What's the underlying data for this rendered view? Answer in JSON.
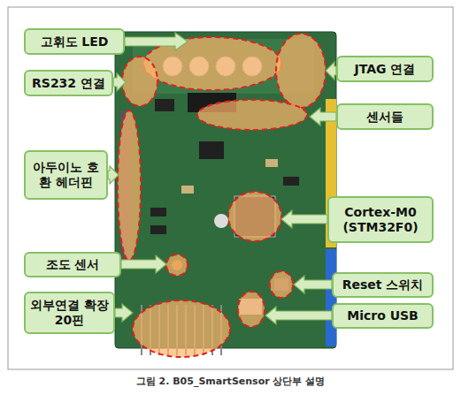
{
  "diagram": {
    "caption": "그림 2. B05_SmartSensor 상단부 설명",
    "nodes": [
      {
        "text": [
          "고휘도 LED"
        ]
      },
      {
        "text": [
          "JTAG 연결"
        ]
      },
      {
        "text": [
          "RS232 연결"
        ]
      },
      {
        "text": [
          "센서들"
        ]
      },
      {
        "text": [
          "아두이노 호환 헤더핀"
        ]
      },
      {
        "text": [
          "Cortex-M0 (STM32F0)"
        ]
      },
      {
        "text": [
          "조도 센서"
        ]
      },
      {
        "text": [
          "Reset 스위치"
        ]
      },
      {
        "text": [
          "외부연결 확장20핀"
        ]
      },
      {
        "text": [
          "Micro USB"
        ]
      }
    ]
  }
}
